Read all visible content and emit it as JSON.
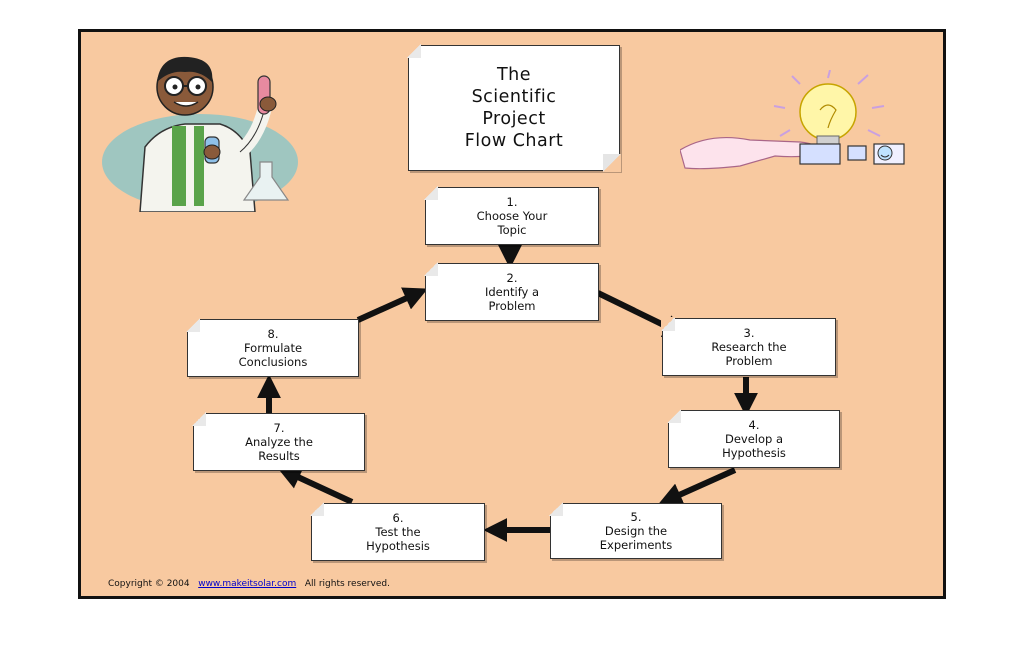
{
  "title": [
    "The",
    "Scientific",
    "Project",
    "Flow Chart"
  ],
  "steps": [
    {
      "num": "1.",
      "lines": [
        "Choose Your",
        "Topic"
      ]
    },
    {
      "num": "2.",
      "lines": [
        "Identify a",
        "Problem"
      ]
    },
    {
      "num": "3.",
      "lines": [
        "Research the",
        "Problem"
      ]
    },
    {
      "num": "4.",
      "lines": [
        "Develop a",
        "Hypothesis"
      ]
    },
    {
      "num": "5.",
      "lines": [
        "Design the",
        "Experiments"
      ]
    },
    {
      "num": "6.",
      "lines": [
        "Test the",
        "Hypothesis"
      ]
    },
    {
      "num": "7.",
      "lines": [
        "Analyze the",
        "Results"
      ]
    },
    {
      "num": "8.",
      "lines": [
        "Formulate",
        "Conclusions"
      ]
    }
  ],
  "footer": {
    "prefix": "Copyright © 2004",
    "link": "www.makeitsolar.com",
    "suffix": "All rights reserved."
  },
  "colors": {
    "background": "#f8c9a0",
    "note": "#ffffff",
    "arrow": "#111111"
  },
  "clipart": [
    "scientist-illustration",
    "lightbulb-idea-illustration"
  ]
}
